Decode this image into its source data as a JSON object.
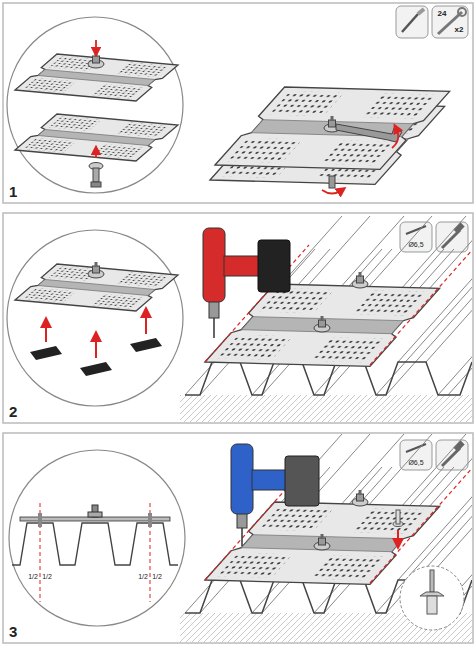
{
  "diagram": {
    "labels": [
      "24",
      "x2",
      "1",
      "Ø6,5",
      "2",
      "1/2",
      "1/2",
      "1/2",
      "1/2",
      "Ø6,5",
      "3"
    ]
  }
}
